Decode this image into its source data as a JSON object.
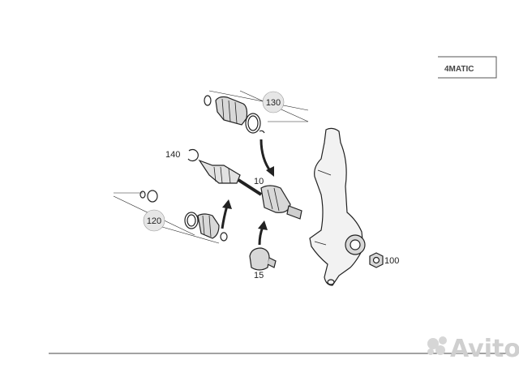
{
  "badge": {
    "text": "4MATIC"
  },
  "callouts": {
    "c130": "130",
    "c140": "140",
    "c10": "10",
    "c120": "120",
    "c15": "15",
    "c100": "100"
  },
  "watermark": {
    "text": "Avito"
  }
}
